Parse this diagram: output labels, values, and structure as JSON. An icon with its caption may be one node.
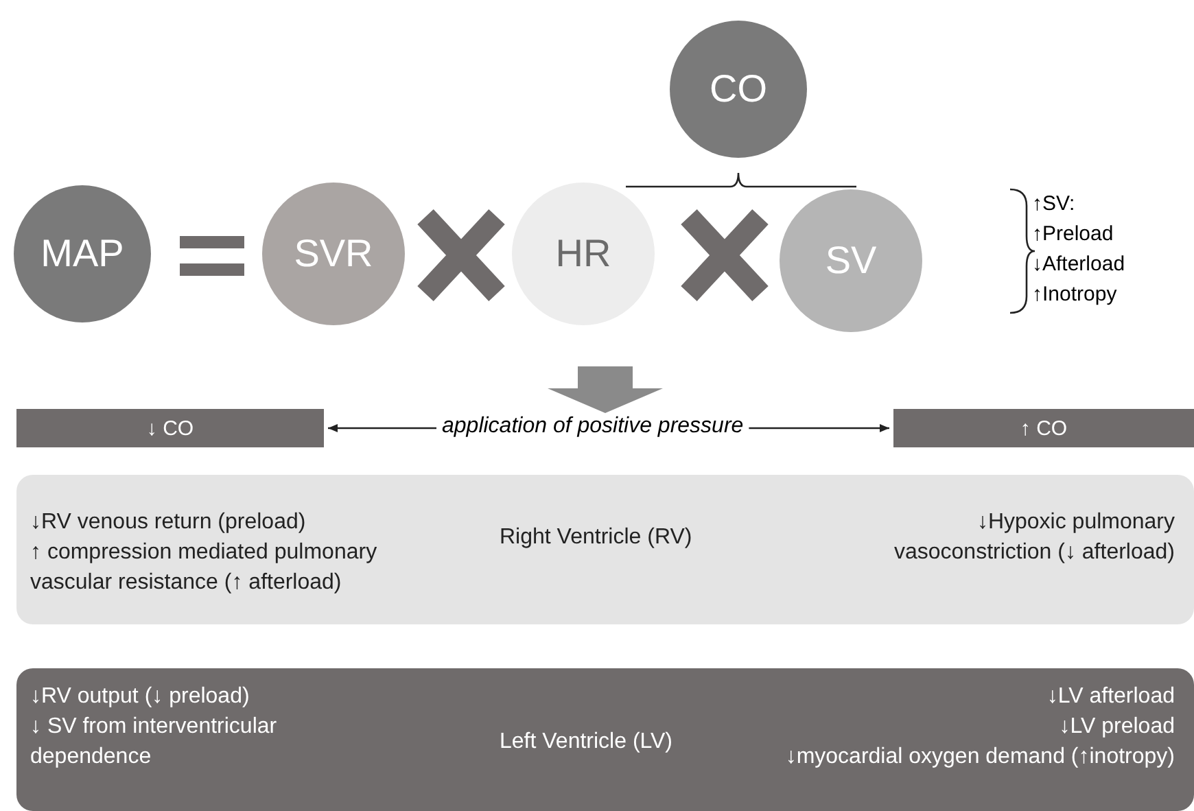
{
  "diagram": {
    "nodes": [
      {
        "text": [
          "MAP"
        ]
      },
      {
        "text": [
          "SVR"
        ]
      },
      {
        "text": [
          "HR"
        ]
      },
      {
        "text": [
          "SV"
        ],
        "beside": [
          "↑SV:",
          "↑Preload",
          "↓Afterload",
          "↑Inotropy"
        ]
      },
      {
        "text": [
          "CO"
        ]
      },
      {
        "text": [
          "↓ CO"
        ]
      },
      {
        "text": [
          "application of positive pressure"
        ]
      },
      {
        "text": [
          "↑ CO"
        ]
      },
      {
        "text": [
          "↓RV venous return (preload)",
          "↑ compression mediated pulmonary vascular resistance (↑ afterload)",
          "Right Ventricle (RV)",
          "↓Hypoxic pulmonary vasoconstriction (↓ afterload)"
        ]
      },
      {
        "text": [
          "↓RV output (↓ preload)",
          "↓ SV from interventricular dependence",
          "Left Ventricle (LV)",
          "↓LV afterload",
          "↓LV preload",
          "↓myocardial oxygen demand (↑inotropy)"
        ]
      }
    ],
    "edges": [
      {
        "from": 2,
        "to": 6,
        "arrow": "to",
        "style": "thick"
      },
      {
        "from": 6,
        "to": 5,
        "arrow": "to"
      },
      {
        "from": 6,
        "to": 7,
        "arrow": "to"
      }
    ]
  }
}
